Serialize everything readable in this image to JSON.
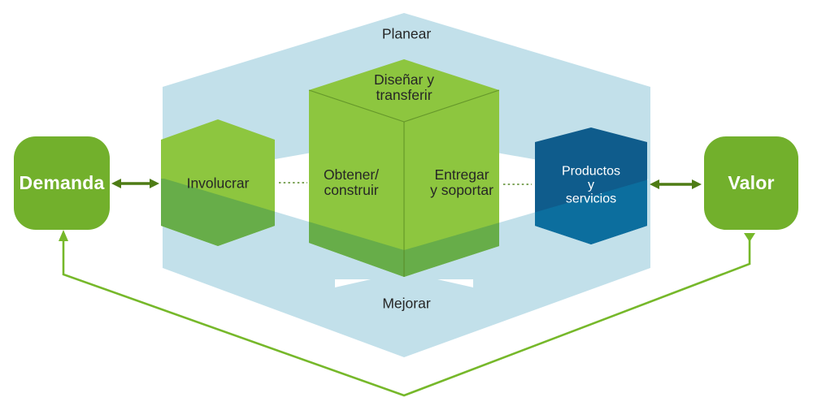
{
  "band": {
    "top_label": "Planear",
    "bottom_label": "Mejorar"
  },
  "nodes": {
    "demanda": {
      "label": "Demanda"
    },
    "valor": {
      "label": "Valor"
    },
    "involucrar": {
      "label": "Involucrar"
    },
    "disenar_transferir": {
      "lines": [
        "Diseñar y",
        "transferir"
      ]
    },
    "obtener_construir": {
      "lines": [
        "Obtener/",
        "construir"
      ]
    },
    "entregar_soportar": {
      "lines": [
        "Entregar",
        "y soportar"
      ]
    },
    "productos_servicios": {
      "lines": [
        "Productos",
        "y",
        "servicios"
      ]
    }
  },
  "colors": {
    "band_light_blue": "#C2E0EA",
    "activity_green": "#8DC63F",
    "activity_green_overlap": "#67AD49",
    "node_green": "#72B02C",
    "connector_dark_green": "#4E7C15",
    "feedback_loop_green": "#76B82A",
    "products_blue": "#0F5C8C",
    "products_blue_overlap": "#0C6E9E",
    "label_dark": "#262626",
    "label_white": "#FFFFFF"
  }
}
